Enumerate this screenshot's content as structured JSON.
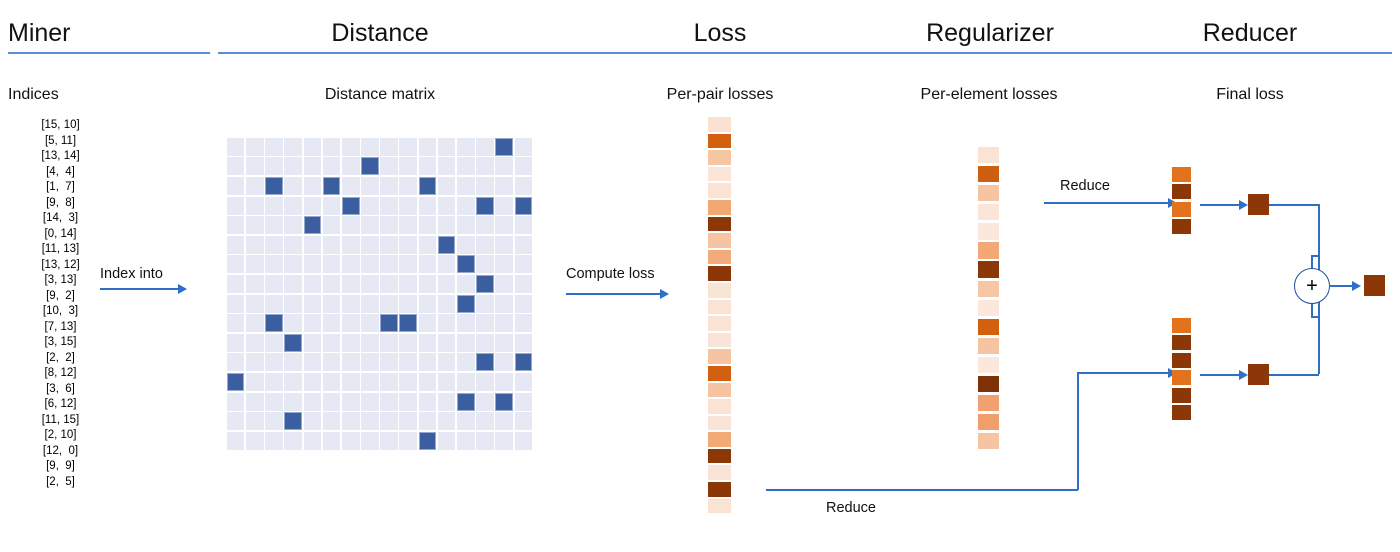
{
  "columns": [
    {
      "key": "miner",
      "title": "Miner",
      "subtitle": "Indices"
    },
    {
      "key": "distance",
      "title": "Distance",
      "subtitle": "Distance matrix"
    },
    {
      "key": "loss",
      "title": "Loss",
      "subtitle": "Per-pair losses"
    },
    {
      "key": "regularizer",
      "title": "Regularizer",
      "subtitle": "Per-element losses"
    },
    {
      "key": "reducer",
      "title": "Reducer",
      "subtitle": "Final loss"
    }
  ],
  "miner": {
    "indices": [
      "[15, 10]",
      "[5, 11]",
      "[13, 14]",
      "[4,  4]",
      "[1,  7]",
      "[9,  8]",
      "[14,  3]",
      "[0, 14]",
      "[11, 13]",
      "[13, 12]",
      "[3, 13]",
      "[9,  2]",
      "[10,  3]",
      "[7, 13]",
      "[3, 15]",
      "[2,  2]",
      "[8, 12]",
      "[3,  6]",
      "[6, 12]",
      "[11, 15]",
      "[2, 10]",
      "[12,  0]",
      "[9,  9]",
      "[2,  5]"
    ]
  },
  "distance_matrix": {
    "rows": 16,
    "cols": 16,
    "empty_color": "#e6e8f4",
    "filled_color": "#3a5ea0",
    "filled_cells": [
      [
        0,
        14
      ],
      [
        1,
        7
      ],
      [
        2,
        2
      ],
      [
        2,
        5
      ],
      [
        2,
        10
      ],
      [
        3,
        6
      ],
      [
        3,
        13
      ],
      [
        3,
        15
      ],
      [
        4,
        4
      ],
      [
        5,
        11
      ],
      [
        6,
        12
      ],
      [
        7,
        13
      ],
      [
        8,
        12
      ],
      [
        9,
        2
      ],
      [
        9,
        8
      ],
      [
        9,
        9
      ],
      [
        10,
        3
      ],
      [
        11,
        13
      ],
      [
        11,
        15
      ],
      [
        12,
        0
      ],
      [
        13,
        12
      ],
      [
        13,
        14
      ],
      [
        14,
        3
      ],
      [
        15,
        10
      ]
    ]
  },
  "per_pair_losses": {
    "count": 24,
    "colors": [
      "#fae2d3",
      "#d2600f",
      "#f6c5a2",
      "#fae5d8",
      "#fae3d4",
      "#f2a875",
      "#8c3708",
      "#f6c4a1",
      "#f3ab79",
      "#8c3708",
      "#fae4d6",
      "#fae3d5",
      "#fae3d5",
      "#fae4d7",
      "#f6c4a1",
      "#d2600f",
      "#f6c4a1",
      "#fae3d5",
      "#fae4d7",
      "#f3aa77",
      "#8c3708",
      "#fae4d7",
      "#8c3708",
      "#fae3d5"
    ]
  },
  "per_element_losses": {
    "count": 16,
    "colors": [
      "#fae3d5",
      "#cf5f10",
      "#f6c4a1",
      "#fae5d8",
      "#fbe7db",
      "#f3a875",
      "#8c3708",
      "#f7c7a5",
      "#fbe7db",
      "#d2600f",
      "#f6c4a1",
      "#fbe7db",
      "#7e3107",
      "#f1a170",
      "#f09e6b",
      "#f6c4a1"
    ]
  },
  "reducer": {
    "top_stack": [
      "#e2721b",
      "#8c3708",
      "#e2721b",
      "#8c3708"
    ],
    "bottom_stack": [
      "#e2721b",
      "#8c3708",
      "#8c3708",
      "#e2721b",
      "#8c3708",
      "#8c3708"
    ],
    "top_reduced_color": "#8c3708",
    "bottom_reduced_color": "#8c3708",
    "final_color": "#8c3708",
    "plus_symbol": "+"
  },
  "arrows": {
    "index_into": "Index into",
    "compute_loss": "Compute loss",
    "reduce_top": "Reduce",
    "reduce_bottom": "Reduce"
  },
  "palette": {
    "rule": "#5b8fd4",
    "arrow": "#2e6fc7",
    "plus_border": "#1f4e9c"
  }
}
